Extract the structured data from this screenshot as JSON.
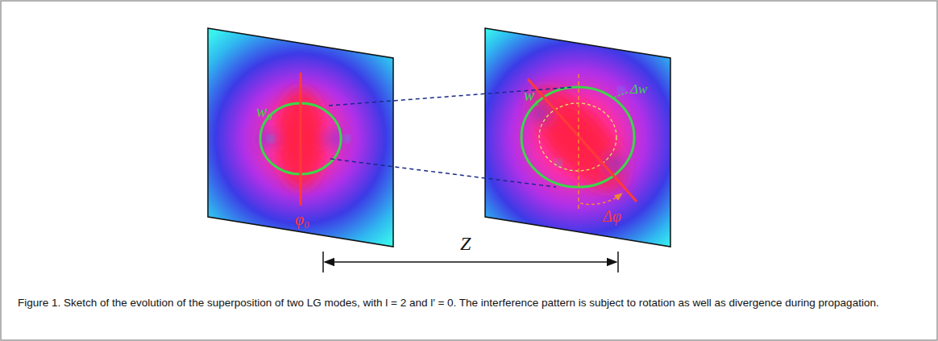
{
  "diagram": {
    "caption": "Figure 1. Sketch of the evolution of the superposition of two LG modes, with l = 2 and l′ = 0. The interference pattern is subject to rotation as well as divergence during propagation.",
    "labels": [
      "w₀",
      "φ₀",
      "w",
      "z",
      "Δw",
      "Δφ",
      "Z"
    ]
  }
}
